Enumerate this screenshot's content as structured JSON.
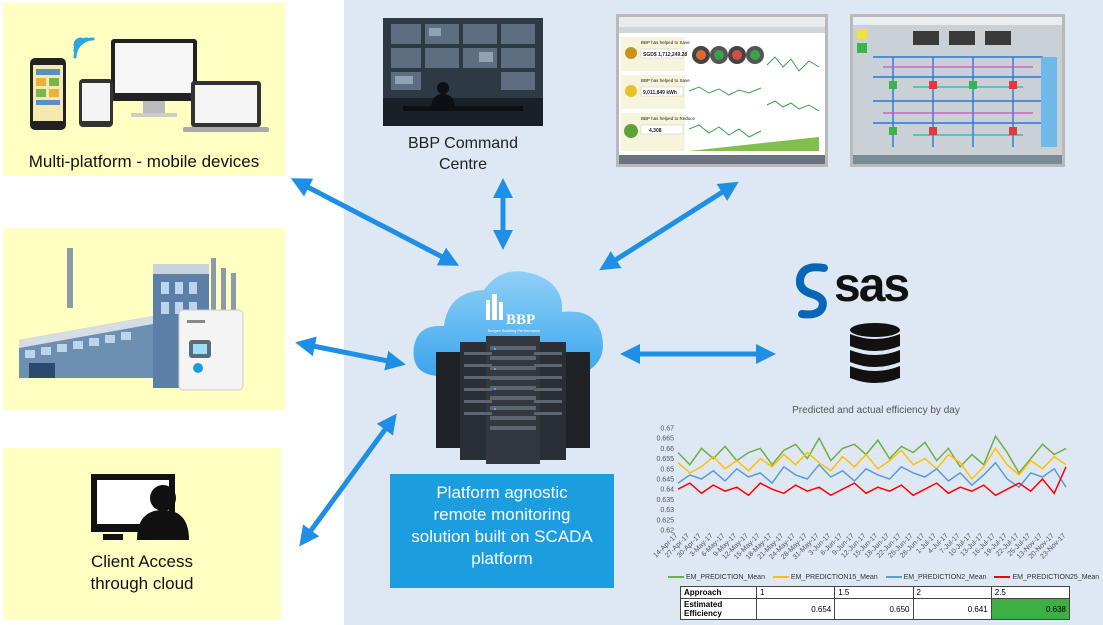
{
  "left_panels": {
    "mobile_label": "Multi-platform - mobile devices",
    "client_label_line1": "Client Access",
    "client_label_line2": "through cloud"
  },
  "command_centre": {
    "line1": "BBP Command",
    "line2": "Centre"
  },
  "cloud": {
    "logo_text": "BBP",
    "logo_subtext": "Bergen Building Performance"
  },
  "platform_box": {
    "line1": "Platform agnostic",
    "line2": "remote monitoring",
    "line3": "solution built on SCADA",
    "line4": "platform"
  },
  "sas": {
    "logo_text": "sas"
  },
  "dashboard_thumb": {
    "row1": "BBP has helped to Save",
    "row1_value": "SGD$ 1,712,249.28",
    "row2": "BBP has helped to Save",
    "row2_value": "9,011,849 kWh",
    "row3": "BBP has helped to Reduce",
    "row3_value": "4,308"
  },
  "chart_data": {
    "type": "line",
    "title": "Predicted and actual efficiency by day",
    "ylim": [
      0.62,
      0.67
    ],
    "yticks": [
      "0.67",
      "0.665",
      "0.66",
      "0.655",
      "0.65",
      "0.645",
      "0.64",
      "0.635",
      "0.63",
      "0.625",
      "0.62"
    ],
    "categories": [
      "14-Apr-17",
      "27-Apr-17",
      "30-Apr-17",
      "3-May-17",
      "6-May-17",
      "9-May-17",
      "12-May-17",
      "15-May-17",
      "18-May-17",
      "21-May-17",
      "24-May-17",
      "28-May-17",
      "31-May-17",
      "3-Jun-17",
      "6-Jun-17",
      "9-Jun-17",
      "12-Jun-17",
      "15-Jun-17",
      "18-Jun-17",
      "22-Jun-17",
      "25-Jun-17",
      "28-Jun-17",
      "1-Jul-17",
      "4-Jul-17",
      "7-Jul-17",
      "10-Jul-17",
      "13-Jul-17",
      "16-Jul-17",
      "19-Jul-17",
      "22-Jul-17",
      "25-Jul-17",
      "13-Nov-17",
      "20-Nov-17",
      "23-Nov-17"
    ],
    "series": [
      {
        "name": "EM_PREDICTION_Mean",
        "color": "#70ad47",
        "values": [
          0.658,
          0.652,
          0.66,
          0.655,
          0.661,
          0.654,
          0.658,
          0.66,
          0.652,
          0.659,
          0.662,
          0.655,
          0.665,
          0.654,
          0.66,
          0.662,
          0.657,
          0.664,
          0.655,
          0.661,
          0.658,
          0.663,
          0.654,
          0.66,
          0.651,
          0.657,
          0.652,
          0.666,
          0.658,
          0.648,
          0.655,
          0.662,
          0.657,
          0.66
        ]
      },
      {
        "name": "EM_PREDICTION15_Mean",
        "color": "#ffc000",
        "values": [
          0.653,
          0.648,
          0.651,
          0.656,
          0.65,
          0.654,
          0.649,
          0.655,
          0.651,
          0.657,
          0.652,
          0.658,
          0.653,
          0.649,
          0.656,
          0.651,
          0.657,
          0.65,
          0.654,
          0.659,
          0.652,
          0.655,
          0.65,
          0.657,
          0.653,
          0.645,
          0.651,
          0.66,
          0.652,
          0.647,
          0.654,
          0.65,
          0.656,
          0.652
        ]
      },
      {
        "name": "EM_PREDICTION2_Mean",
        "color": "#5b9bd5",
        "values": [
          0.643,
          0.647,
          0.645,
          0.649,
          0.644,
          0.65,
          0.646,
          0.648,
          0.643,
          0.651,
          0.647,
          0.645,
          0.652,
          0.646,
          0.649,
          0.644,
          0.65,
          0.647,
          0.645,
          0.651,
          0.648,
          0.646,
          0.65,
          0.644,
          0.648,
          0.642,
          0.647,
          0.653,
          0.645,
          0.641,
          0.648,
          0.646,
          0.65,
          0.641
        ]
      },
      {
        "name": "EM_PREDICTION25_Mean",
        "color": "#ff0000",
        "values": [
          0.64,
          0.643,
          0.638,
          0.642,
          0.639,
          0.641,
          0.637,
          0.643,
          0.64,
          0.638,
          0.642,
          0.639,
          0.641,
          0.637,
          0.64,
          0.643,
          0.638,
          0.641,
          0.639,
          0.642,
          0.637,
          0.64,
          0.643,
          0.638,
          0.641,
          0.639,
          0.642,
          0.637,
          0.64,
          0.643,
          0.639,
          0.645,
          0.638,
          0.651
        ]
      }
    ]
  },
  "efficiency_table": {
    "header_label": "Approach",
    "row_label": "Estimated Efficiency",
    "approaches": [
      "1",
      "1.5",
      "2",
      "2.5"
    ],
    "values": [
      "0.654",
      "0.650",
      "0.641",
      "0.638"
    ],
    "highlight_color": "#3cb043"
  },
  "colors": {
    "arrow": "#1f8fe6",
    "right_bg": "#dde8f4",
    "yellow_panel": "#ffffc2",
    "platform_box": "#1b9de0"
  }
}
